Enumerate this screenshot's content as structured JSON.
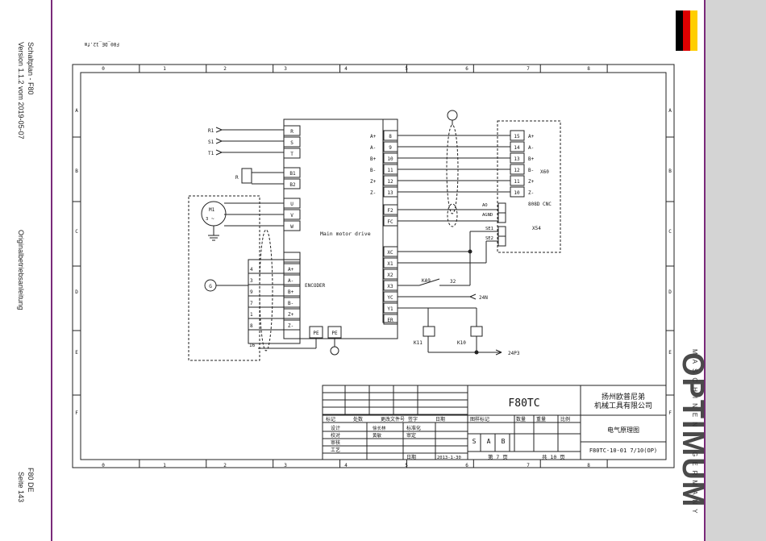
{
  "sidebar": {
    "title": "Schaltplan - F80",
    "version": "Version 1.1.2 vom 2019-05-07",
    "manual": "Originalbetriebsanleitung",
    "model_lang": "F80 DE",
    "page": "Seite 143"
  },
  "brand": {
    "name": "OPTIMUM",
    "tagline": "MASCHINEN - GERMANY",
    "flag_colors": [
      "#000000",
      "#dd0000",
      "#ffce00"
    ]
  },
  "drawing": {
    "file_ref": "F80_DE_12.fm",
    "grid_cols": [
      "0",
      "1",
      "2",
      "3",
      "4",
      "5",
      "6",
      "7",
      "8"
    ],
    "grid_rows": [
      "A",
      "B",
      "C",
      "D",
      "E",
      "F"
    ],
    "inputs": [
      "R1",
      "S1",
      "T1"
    ],
    "terminals_top": [
      "R",
      "S",
      "T"
    ],
    "terminals_b": [
      "B1",
      "B2"
    ],
    "brake_resistor": "R",
    "motor": "M1",
    "motor_sub": "3",
    "terminals_uvw": [
      "U",
      "V",
      "W"
    ],
    "encoder_gen": "G",
    "encoder_pins_left": [
      "4",
      "3",
      "9",
      "7",
      "1",
      "8"
    ],
    "encoder_pins_right": [
      "A+",
      "A-",
      "B+",
      "B-",
      "Z+",
      "Z-"
    ],
    "encoder_label": "ENCODER",
    "encoder_bottom_pin": "16",
    "pe_left": [
      "PE",
      "PE"
    ],
    "drive_label": "Main motor drive",
    "enc_out_left": [
      "A+",
      "A-",
      "B+",
      "B-",
      "Z+",
      "Z-"
    ],
    "enc_out_pins": [
      "8",
      "9",
      "10",
      "11",
      "12",
      "13"
    ],
    "analog_pins": [
      "F2",
      "FC"
    ],
    "io_pins": [
      "XC",
      "X1",
      "X2",
      "X3",
      "YC",
      "Y1",
      "ER"
    ],
    "x60_pins": [
      "15",
      "14",
      "13",
      "12",
      "11",
      "10"
    ],
    "x60_signals": [
      "A+",
      "A-",
      "B+",
      "B-",
      "Z+",
      "Z-"
    ],
    "x60_label": "X60",
    "cnc_label": "808D CNC",
    "x54_signals": [
      "AO",
      "AGND",
      "SE1",
      "SE2"
    ],
    "x54_label": "X54",
    "ka9": "KA9",
    "ka9_wire": "32",
    "v24n": "24N",
    "k11": "K11",
    "k10": "K10",
    "v24p3": "24P3"
  },
  "title_block": {
    "model": "F80TC",
    "company_line1": "扬州欧普尼弟",
    "company_line2": "机械工具有限公司",
    "drawing_name": "电气原理图",
    "drawing_no": "F80TC-10-01 7/10(OP)",
    "rev_headers": [
      "标记",
      "处数",
      "更改文件号",
      "签字",
      "日期"
    ],
    "roles": [
      "设计",
      "校对",
      "审核",
      "工艺"
    ],
    "designer": "徐长林",
    "checker": "黄敏",
    "std_label": "标准化",
    "approve_label": "审定",
    "date_label": "日期",
    "date": "2013-1-30",
    "stage_headers": [
      "图样标记",
      "数量",
      "重量",
      "比例"
    ],
    "stage_marks": [
      "S",
      "A",
      "B"
    ],
    "sheet": "第 7 页",
    "total": "共 10 页"
  }
}
